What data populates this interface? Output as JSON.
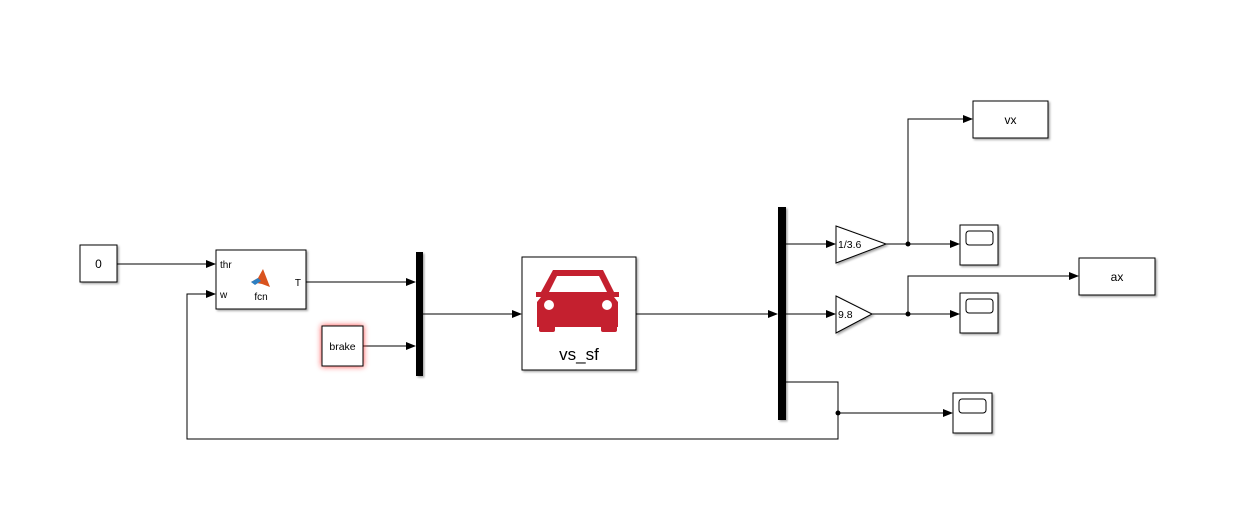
{
  "blocks": {
    "constant": {
      "label": "0"
    },
    "fcn": {
      "label": "fcn",
      "inputs": [
        "thr",
        "w"
      ],
      "output": "T",
      "icon": "matlab-logo-icon"
    },
    "brake": {
      "label": "brake",
      "highlight_color": "#ff0000"
    },
    "vehicle": {
      "label": "vs_sf",
      "icon": "car-icon",
      "icon_color": "#c4202f"
    },
    "gain1": {
      "label": "1/3.6"
    },
    "gain2": {
      "label": "9.8"
    },
    "out_vx": {
      "label": "vx"
    },
    "out_ax": {
      "label": "ax"
    }
  }
}
